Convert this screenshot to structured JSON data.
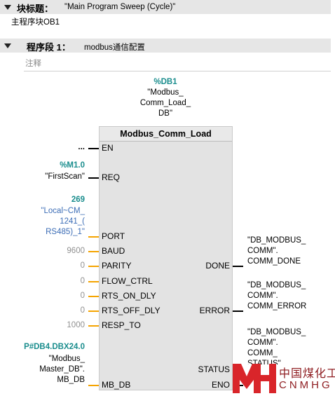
{
  "block_header": {
    "title_label": "块标题：",
    "title_value": "\"Main Program Sweep (Cycle)\"",
    "description": "主程序块OB1"
  },
  "network": {
    "label": "程序段 1：",
    "title": "modbus通信配置",
    "comment_placeholder": "注释"
  },
  "instance_db": {
    "address": "%DB1",
    "name_lines": [
      "\"Modbus_",
      "Comm_Load_",
      "DB\""
    ]
  },
  "function_block": {
    "name": "Modbus_Comm_Load",
    "inputs": [
      {
        "pin": "EN",
        "wire": "black",
        "param_lines": [
          "..."
        ],
        "style": "plain"
      },
      {
        "pin": "REQ",
        "wire": "black",
        "address": "%M1.0",
        "param_lines": [
          "\"FirstScan\""
        ],
        "style": "plain"
      },
      {
        "pin": "PORT",
        "wire": "orange",
        "address": "269",
        "param_lines": [
          "\"Local~CM_",
          "1241_(",
          "RS485)_1\""
        ],
        "style": "blue"
      },
      {
        "pin": "BAUD",
        "wire": "orange",
        "param_lines": [
          "9600"
        ],
        "style": "gray"
      },
      {
        "pin": "PARITY",
        "wire": "orange",
        "param_lines": [
          "0"
        ],
        "style": "gray"
      },
      {
        "pin": "FLOW_CTRL",
        "wire": "orange",
        "param_lines": [
          "0"
        ],
        "style": "gray"
      },
      {
        "pin": "RTS_ON_DLY",
        "wire": "orange",
        "param_lines": [
          "0"
        ],
        "style": "gray"
      },
      {
        "pin": "RTS_OFF_DLY",
        "wire": "orange",
        "param_lines": [
          "0"
        ],
        "style": "gray"
      },
      {
        "pin": "RESP_TO",
        "wire": "orange",
        "param_lines": [
          "1000"
        ],
        "style": "gray"
      },
      {
        "pin": "MB_DB",
        "wire": "orange",
        "address": "P#DB4.DBX24.0",
        "param_lines": [
          "\"Modbus_",
          "Master_DB\".",
          "MB_DB"
        ],
        "style": "plain"
      }
    ],
    "outputs": [
      {
        "pin": "DONE",
        "wire": "black",
        "param_lines": [
          "\"DB_MODBUS_",
          "COMM\".",
          "COMM_DONE"
        ]
      },
      {
        "pin": "ERROR",
        "wire": "black",
        "param_lines": [
          "\"DB_MODBUS_",
          "COMM\".",
          "COMM_ERROR"
        ]
      },
      {
        "pin": "STATUS",
        "wire": "orange",
        "param_lines": [
          "\"DB_MODBUS_",
          "COMM\".",
          "COMM_",
          "STATUS\""
        ]
      },
      {
        "pin": "ENO",
        "wire": "black",
        "param_lines": []
      }
    ]
  },
  "watermark": {
    "logo_text": "MH",
    "company_cn": "中国煤化工",
    "company_en": "CNMHG"
  },
  "colors": {
    "teal": "#1a8d8d",
    "orange_wire": "#f5a400",
    "param_blue": "#3c6db6",
    "watermark_red": "#d9252a",
    "block_fill": "#e3e3e3"
  }
}
